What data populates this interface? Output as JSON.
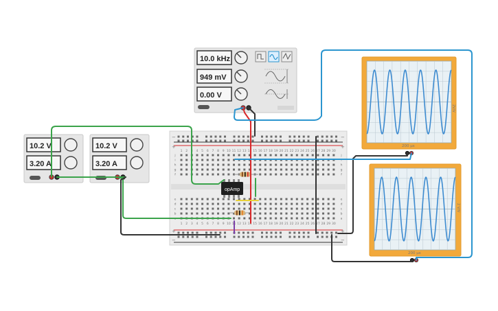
{
  "function_generator": {
    "frequency": "10.0 kHz",
    "amplitude": "949 mV",
    "dc_offset": "0.00 V",
    "waveforms": [
      "square-wave-icon",
      "sine-wave-icon",
      "triangle-wave-icon"
    ],
    "selected_waveform": "sine"
  },
  "power_supply_1": {
    "voltage": "10.2 V",
    "current": "3.20 A"
  },
  "power_supply_2": {
    "voltage": "10.2 V",
    "current": "3.20 A"
  },
  "breadboard": {
    "row_labels_top": [
      "j",
      "i",
      "h",
      "g",
      "f"
    ],
    "row_labels_bottom": [
      "e",
      "d",
      "c",
      "b",
      "a"
    ],
    "column_numbers": [
      "1",
      "2",
      "3",
      "4",
      "5",
      "6",
      "7",
      "8",
      "9",
      "10",
      "11",
      "12",
      "13",
      "14",
      "15",
      "16",
      "17",
      "18",
      "19",
      "20",
      "21",
      "22",
      "23",
      "24",
      "25",
      "26",
      "27",
      "28",
      "29",
      "30"
    ],
    "plus_label": "+",
    "minus_label": "−"
  },
  "op_amp": {
    "label": "opAmp"
  },
  "oscilloscope_1": {
    "time_label": "200 µs",
    "volt_label": "2V/V"
  },
  "oscilloscope_2": {
    "time_label": "200 µs",
    "volt_label": "2 V/V"
  },
  "colors": {
    "wire_green": "#3aa34a",
    "wire_blue": "#2b95cf",
    "wire_red": "#d8282a",
    "wire_black": "#333333",
    "wire_yellow": "#e8d23a",
    "wire_purple": "#7b3fa8",
    "scope_frame": "#f2a93b",
    "scope_trace": "#3d8bd0"
  }
}
